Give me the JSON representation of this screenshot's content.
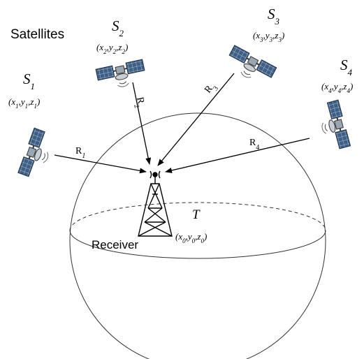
{
  "title": "Satellites",
  "receiver_label": "Receiver",
  "target": {
    "name": "T",
    "coords_html": "(x<tspan baseline-shift='sub' font-size='9'>0</tspan>,y<tspan baseline-shift='sub' font-size='9'>0</tspan>,z<tspan baseline-shift='sub' font-size='9'>0</tspan>)"
  },
  "satellites": [
    {
      "id": "S1",
      "letter": "S",
      "index": "1",
      "coord": [
        "x",
        "1",
        "y",
        "1",
        "z",
        "1"
      ],
      "range_label": "R",
      "range_index": "1"
    },
    {
      "id": "S2",
      "letter": "S",
      "index": "2",
      "coord": [
        "x",
        "2",
        "y",
        "2",
        "z",
        "2"
      ],
      "range_label": "R",
      "range_index": "2"
    },
    {
      "id": "S3",
      "letter": "S",
      "index": "3",
      "coord": [
        "x",
        "3",
        "y",
        "3",
        "z",
        "3"
      ],
      "range_label": "R",
      "range_index": "3"
    },
    {
      "id": "S4",
      "letter": "S",
      "index": "4",
      "coord": [
        "x",
        "4",
        "y",
        "4",
        "z",
        "4"
      ],
      "range_label": "R",
      "range_index": "4"
    }
  ],
  "colors": {
    "panel": "#3d5f86",
    "panel_light": "#7e9cc0",
    "line": "#000000"
  }
}
